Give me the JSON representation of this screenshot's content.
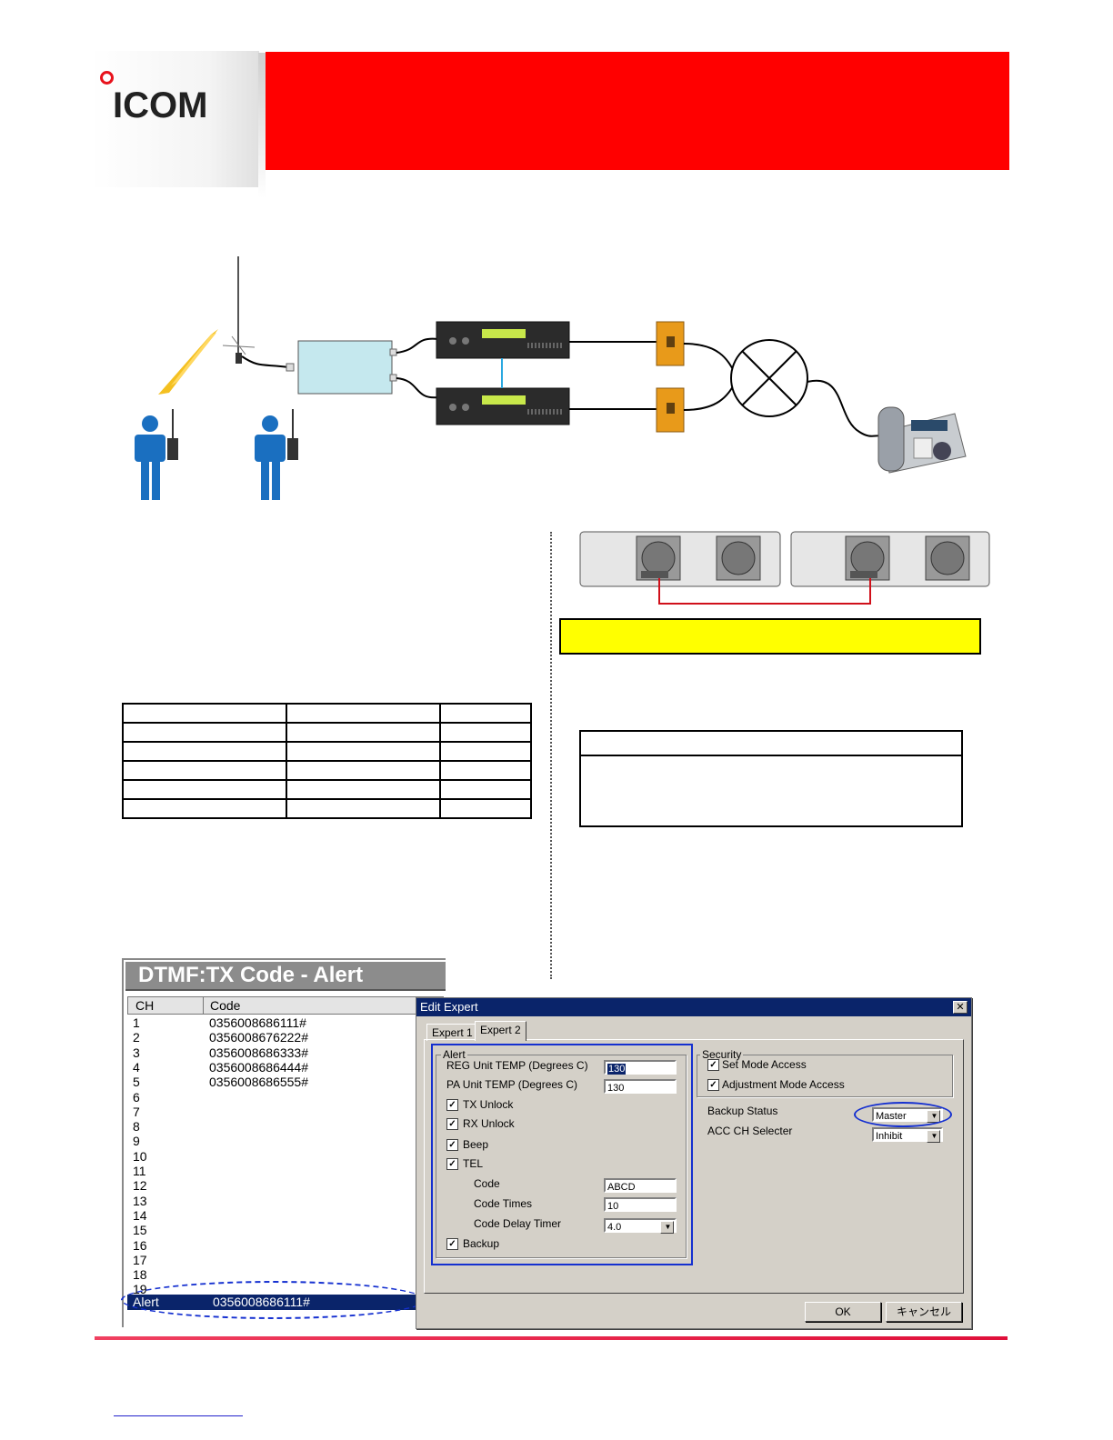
{
  "header": {
    "logo_text": "ICOM",
    "banner_color": "#ff0000"
  },
  "dtmf": {
    "title": "DTMF:TX Code - Alert",
    "col_ch": "CH",
    "col_code": "Code",
    "rows": [
      {
        "ch": "1",
        "code": "0356008686111#"
      },
      {
        "ch": "2",
        "code": "0356008676222#"
      },
      {
        "ch": "3",
        "code": "0356008686333#"
      },
      {
        "ch": "4",
        "code": "0356008686444#"
      },
      {
        "ch": "5",
        "code": "0356008686555#"
      },
      {
        "ch": "6",
        "code": ""
      },
      {
        "ch": "7",
        "code": ""
      },
      {
        "ch": "8",
        "code": ""
      },
      {
        "ch": "9",
        "code": ""
      },
      {
        "ch": "10",
        "code": ""
      },
      {
        "ch": "11",
        "code": ""
      },
      {
        "ch": "12",
        "code": ""
      },
      {
        "ch": "13",
        "code": ""
      },
      {
        "ch": "14",
        "code": ""
      },
      {
        "ch": "15",
        "code": ""
      },
      {
        "ch": "16",
        "code": ""
      },
      {
        "ch": "17",
        "code": ""
      },
      {
        "ch": "18",
        "code": ""
      },
      {
        "ch": "19",
        "code": ""
      }
    ],
    "alert_row": {
      "ch": "Alert",
      "code": "0356008686111#"
    }
  },
  "dialog": {
    "title": "Edit Expert",
    "close": "✕",
    "tabs": [
      "Expert 1",
      "Expert 2"
    ],
    "alert_group": "Alert",
    "reg_temp_label": "REG Unit TEMP (Degrees C)",
    "reg_temp_value": "130",
    "pa_temp_label": "PA Unit TEMP (Degrees C)",
    "pa_temp_value": "130",
    "tx_unlock": "TX Unlock",
    "rx_unlock": "RX Unlock",
    "beep": "Beep",
    "tel": "TEL",
    "code_label": "Code",
    "code_value": "ABCD",
    "code_times_label": "Code Times",
    "code_times_value": "10",
    "code_delay_label": "Code Delay Timer",
    "code_delay_value": "4.0",
    "backup": "Backup",
    "security_group": "Security",
    "set_mode_access": "Set Mode Access",
    "adjustment_mode_access": "Adjustment Mode Access",
    "backup_status_label": "Backup Status",
    "backup_status_value": "Master",
    "acc_ch_label": "ACC CH Selecter",
    "acc_ch_value": "Inhibit",
    "ok": "OK",
    "cancel": "キャンセル",
    "check_mark": "✓",
    "dropdown_arrow": "▼"
  },
  "colors": {
    "highlight_blue": "#1530d0",
    "navy": "#0a246a",
    "yellow_bar": "#ffff00",
    "footer_line": "#e0103a"
  }
}
